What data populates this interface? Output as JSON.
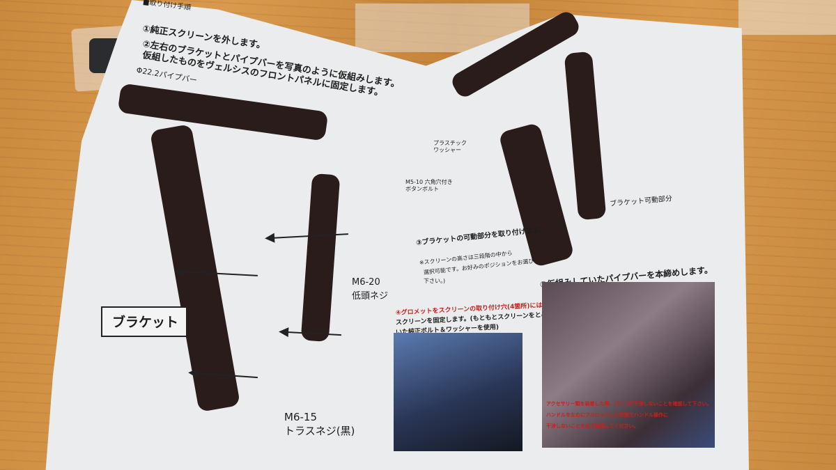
{
  "sheet": {
    "section_header": "■取り付け手順",
    "step1": "①純正スクリーンを外します。",
    "step2_line1": "②左右のブラケットとパイプバーを写真のように仮組みします。",
    "step2_line2": "仮組したものをヴェルシスのフロントパネルに固定します。",
    "pipe_label": "Φ22.2パイプバー",
    "bracket_label": "ブラケット",
    "screw_m620_size": "M6-20",
    "screw_m620_type": "低頭ネジ",
    "screw_m615_size": "M6-15",
    "screw_m615_type": "トラスネジ(黒)",
    "washer_label_line1": "プラスチック",
    "washer_label_line2": "ワッシャー",
    "bolt_label_line1": "M5-10 六角穴付き",
    "bolt_label_line2": "ボタンボルト",
    "movable_label": "ブラケット可動部分",
    "step3_title": "③ブラケットの可動部分を取り付けます。",
    "step3_note1": "※スクリーンの高さは三段階の中から",
    "step3_note2": "選択可能です。お好みのポジションをお選び",
    "step3_note3": "下さい。)",
    "step4_line1": "④グロメットをスクリーンの取り付け穴(4箇所)にはめ、",
    "step4_line2": "スクリーンを固定します。(もともとスクリーンをとめて",
    "step4_line3": "いた純正ボルト＆ワッシャーを使用)",
    "step5_title": "⑤仮組みしていたパイプバーを本締めします。",
    "warning_line1": "アクセサリー類を装着した際、パイプが干渉しないことを確認して下さい。",
    "warning_line2": "ハンドルを左右にフルロックした状態でハンドル操作に",
    "warning_line3": "干渉しないことを必ず確認してください。"
  },
  "colors": {
    "paper": "#ebeced",
    "ink": "#1c1c1c",
    "bracket": "#2b1c1c",
    "warning_red": "#c8201c",
    "table_wood": "#c98a3e"
  }
}
